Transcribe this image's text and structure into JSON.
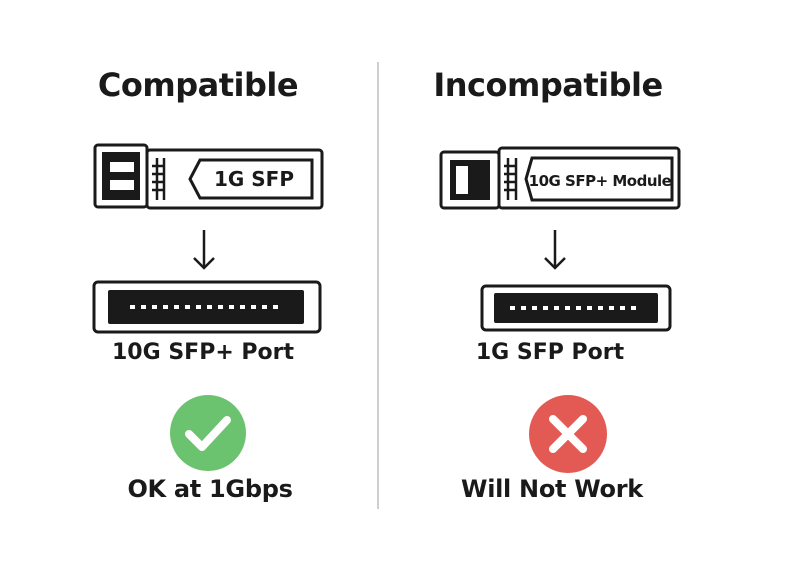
{
  "compatible": {
    "title": "Compatible",
    "module_label": "1G SFP",
    "port_label": "10G SFP+ Port",
    "result_label": "OK at 1Gbps",
    "status_color": "#6cc36f"
  },
  "incompatible": {
    "title": "Incompatible",
    "module_label": "10G SFP+ Module",
    "port_label": "1G SFP Port",
    "result_label": "Will Not Work",
    "status_color": "#e35a55"
  }
}
